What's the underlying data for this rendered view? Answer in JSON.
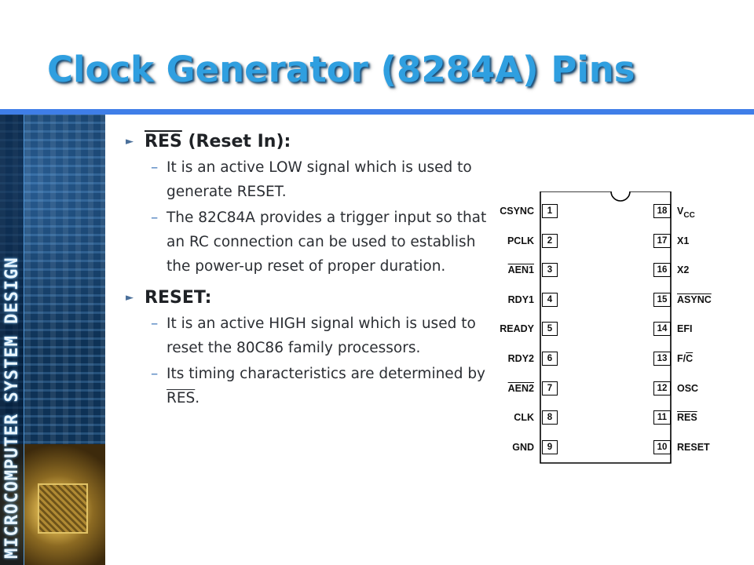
{
  "title": "Clock Generator (8284A) Pins",
  "sidebar": {
    "text": "MICROCOMPUTER SYSTEM DESIGN"
  },
  "sections": [
    {
      "heading_overlined": "RES",
      "heading_rest": " (Reset In):",
      "points": [
        "It is an active LOW signal which is used to generate RESET.",
        "The 82C84A provides a trigger input so that an RC connection can be used to establish the power-up reset of proper duration."
      ]
    },
    {
      "heading": "RESET:",
      "points": [
        "It is an active HIGH signal which is used to reset the 80C86 family processors."
      ],
      "last_point_prefix": "Its timing characteristics are determined by ",
      "last_point_overlined": "RES",
      "last_point_suffix": "."
    }
  ],
  "chip": {
    "left_pins": [
      {
        "num": "1",
        "label": "CSYNC"
      },
      {
        "num": "2",
        "label": "PCLK"
      },
      {
        "num": "3",
        "label": "AEN1"
      },
      {
        "num": "4",
        "label": "RDY1"
      },
      {
        "num": "5",
        "label": "READY"
      },
      {
        "num": "6",
        "label": "RDY2"
      },
      {
        "num": "7",
        "label": "AEN2"
      },
      {
        "num": "8",
        "label": "CLK"
      },
      {
        "num": "9",
        "label": "GND"
      }
    ],
    "right_pins": [
      {
        "num": "18",
        "label": "V",
        "sub": "CC"
      },
      {
        "num": "17",
        "label": "X1"
      },
      {
        "num": "16",
        "label": "X2"
      },
      {
        "num": "15",
        "label": "ASYNC"
      },
      {
        "num": "14",
        "label": "EFI"
      },
      {
        "num": "13",
        "label": "F/",
        "label_overlined": "C"
      },
      {
        "num": "12",
        "label": "OSC"
      },
      {
        "num": "11",
        "label": "RES"
      },
      {
        "num": "10",
        "label": "RESET"
      }
    ]
  }
}
